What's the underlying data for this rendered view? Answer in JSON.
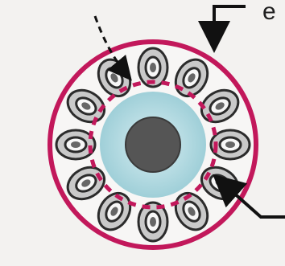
{
  "labels": {
    "top_right_fragment": "e"
  },
  "colors": {
    "background": "#f3f2f0",
    "outer_ring": "#c2185b",
    "inner_dashed_ring": "#c2185b",
    "cell_fill": "#c9c9c9",
    "cell_outline": "#2b2b2b",
    "nucleus_ring": "#ffffff",
    "core_glow": "#b9dde3",
    "core": "#555555",
    "arrow": "#111111"
  },
  "structure": {
    "outer_cell_count": 12,
    "has_dashed_inner_ring": true,
    "has_central_core": true,
    "pointer_count": 3,
    "pointer_styles": [
      "dashed",
      "solid",
      "solid"
    ]
  }
}
